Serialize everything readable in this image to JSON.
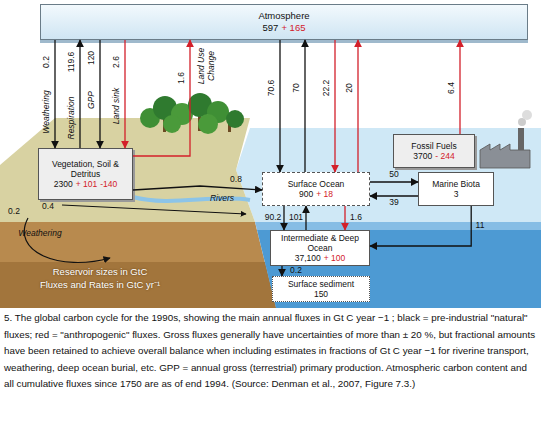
{
  "diagram": {
    "caption": "5. The global carbon cycle for the 1990s, showing the main annual fluxes in Gt C year −1 ; black = pre-industrial \"natural\" fluxes; red = \"anthropogenic\" fluxes. Gross fluxes generally have uncertainties of more than ± 20 %, but fractional amounts have been retained to achieve overall balance when including estimates in fractions of Gt C year −1 for riverine transport, weathering, deep ocean burial, etc. GPP = annual gross (terrestrial) primary production. Atmospheric carbon content and all cumulative fluxes since 1750 are as of end 1994. (Source: Denman et al., 2007, Figure 7.3.)",
    "nodes": [
      {
        "text": [
          "Atmosphere",
          "597",
          "+ 165"
        ]
      },
      {
        "text": [
          "Vegetation, Soil & Detritus",
          "2300",
          "+ 101",
          "-140"
        ]
      },
      {
        "text": [
          "Fossil Fuels",
          "3700",
          "- 244"
        ]
      },
      {
        "text": [
          "Surface Ocean",
          "900",
          "+ 18"
        ]
      },
      {
        "text": [
          "Marine Biota",
          "3"
        ]
      },
      {
        "text": [
          "Intermediate & Deep Ocean",
          "37,100",
          "+ 100"
        ]
      },
      {
        "text": [
          "Surface sediment",
          "150"
        ]
      }
    ],
    "edges": [
      {
        "from": 0,
        "to": 1,
        "label": "0.2",
        "arrow": "to"
      },
      {
        "from": 1,
        "to": 0,
        "label": "119.6",
        "arrow": "to"
      },
      {
        "from": 0,
        "to": 1,
        "label": "120",
        "arrow": "to"
      },
      {
        "from": 0,
        "to": 1,
        "label": "2.6",
        "arrow": "to"
      },
      {
        "from": 1,
        "to": 0,
        "label": "1.6",
        "arrow": "to"
      },
      {
        "from": 0,
        "to": 3,
        "label": "70.6",
        "arrow": "to"
      },
      {
        "from": 3,
        "to": 0,
        "label": "70",
        "arrow": "to"
      },
      {
        "from": 0,
        "to": 3,
        "label": "22.2",
        "arrow": "to"
      },
      {
        "from": 3,
        "to": 0,
        "label": "20",
        "arrow": "to"
      },
      {
        "from": 2,
        "to": 0,
        "label": "6.4",
        "arrow": "to"
      },
      {
        "from": 1,
        "to": 3,
        "label": "0.8",
        "arrow": "to"
      },
      {
        "from": 3,
        "to": 4,
        "label": "50",
        "arrow": "to"
      },
      {
        "from": 4,
        "to": 3,
        "label": "39",
        "arrow": "to"
      },
      {
        "from": 4,
        "to": 5,
        "label": "11",
        "arrow": "to"
      },
      {
        "from": 3,
        "to": 5,
        "label": "90.2",
        "arrow": "to"
      },
      {
        "from": 5,
        "to": 3,
        "label": "101",
        "arrow": "to"
      },
      {
        "from": 3,
        "to": 5,
        "label": "1.6",
        "arrow": "to"
      },
      {
        "from": 5,
        "to": 6,
        "label": "0.2",
        "arrow": "to"
      }
    ],
    "labels": [
      "Weathering",
      "Respiration",
      "GPP",
      "Land sink",
      "Land Use Change",
      "0.2",
      "Weathering",
      "0.4",
      "Rivers",
      "Reservoir sizes in GtC",
      "Fluxes and Rates in GtC yr⁻¹"
    ]
  }
}
